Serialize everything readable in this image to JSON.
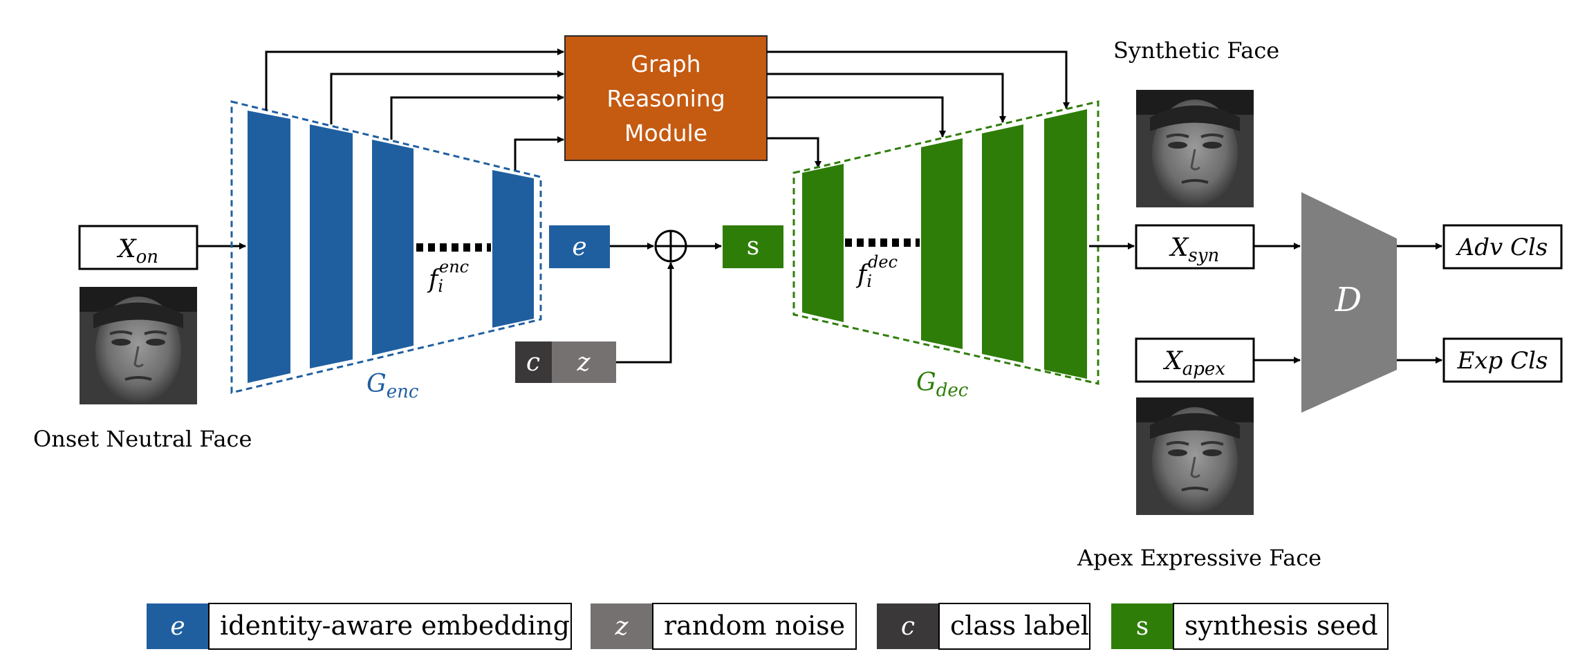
{
  "colors": {
    "encoder_blue": "#1f5fa0",
    "decoder_green": "#2e7d08",
    "graph_orange": "#c55a11",
    "discriminator_gray": "#7f7f7f",
    "noise_gray": "#767171",
    "class_dark": "#3a3838",
    "arrow": "#000000"
  },
  "inputs": {
    "onset_symbol": "X",
    "onset_sub": "on",
    "onset_caption": "Onset Neutral Face",
    "synthetic_caption": "Synthetic Face",
    "synthetic_symbol": "X",
    "synthetic_sub": "syn",
    "apex_symbol": "X",
    "apex_sub": "apex",
    "apex_caption": "Apex Expressive Face"
  },
  "encoder": {
    "feature_symbol": "f",
    "feature_sub": "i",
    "feature_sup": "enc",
    "label_symbol": "G",
    "label_sub": "enc"
  },
  "decoder": {
    "feature_symbol": "f",
    "feature_sub": "i",
    "feature_sup": "dec",
    "label_symbol": "G",
    "label_sub": "dec"
  },
  "graph_module": {
    "line1": "Graph",
    "line2": "Reasoning",
    "line3": "Module"
  },
  "latent": {
    "embedding": "e",
    "class_label": "c",
    "noise": "z",
    "seed": "s"
  },
  "discriminator": {
    "label": "D",
    "output_adv": "Adv Cls",
    "output_exp": "Exp Cls"
  },
  "legend": [
    {
      "symbol": "e",
      "text": "identity-aware embedding",
      "color": "#1f5fa0"
    },
    {
      "symbol": "z",
      "text": "random noise",
      "color": "#767171"
    },
    {
      "symbol": "c",
      "text": "class label",
      "color": "#3a3838"
    },
    {
      "symbol": "s",
      "text": "synthesis seed",
      "color": "#2e7d08"
    }
  ]
}
